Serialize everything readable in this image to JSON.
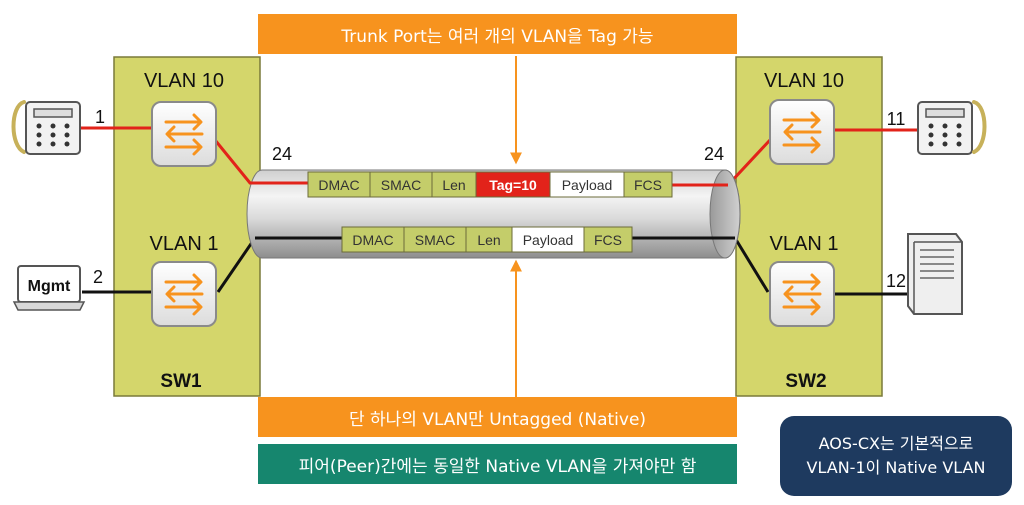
{
  "banners": {
    "top": "Trunk Port는 여러 개의 VLAN을 Tag 가능",
    "bottom_native": "단 하나의 VLAN만 Untagged (Native)",
    "bottom_peer": "피어(Peer)간에는 동일한 Native VLAN을 가져야만 함"
  },
  "badge": {
    "line1": "AOS-CX는 기본적으로",
    "line2": "VLAN-1이 Native VLAN"
  },
  "switches": {
    "sw1": {
      "name": "SW1",
      "vlan_top": "VLAN 10",
      "vlan_bottom": "VLAN 1",
      "trunk_port": "24"
    },
    "sw2": {
      "name": "SW2",
      "vlan_top": "VLAN 10",
      "vlan_bottom": "VLAN 1",
      "trunk_port": "24"
    }
  },
  "ports": {
    "phone_left": "1",
    "mgmt": "2",
    "phone_right": "11",
    "server": "12"
  },
  "devices": {
    "mgmt_label": "Mgmt"
  },
  "frames": {
    "tagged": [
      "DMAC",
      "SMAC",
      "Len",
      "Tag=10",
      "Payload",
      "FCS"
    ],
    "untagged": [
      "DMAC",
      "SMAC",
      "Len",
      "Payload",
      "FCS"
    ]
  },
  "colors": {
    "orange": "#f7931e",
    "teal": "#16866e",
    "navy": "#1e3a5f",
    "switch_panel": "#d4d66b",
    "field": "#c4cd6a",
    "tag": "#e2231a",
    "vlan10_link": "#e2231a",
    "vlan1_link": "#111111"
  }
}
